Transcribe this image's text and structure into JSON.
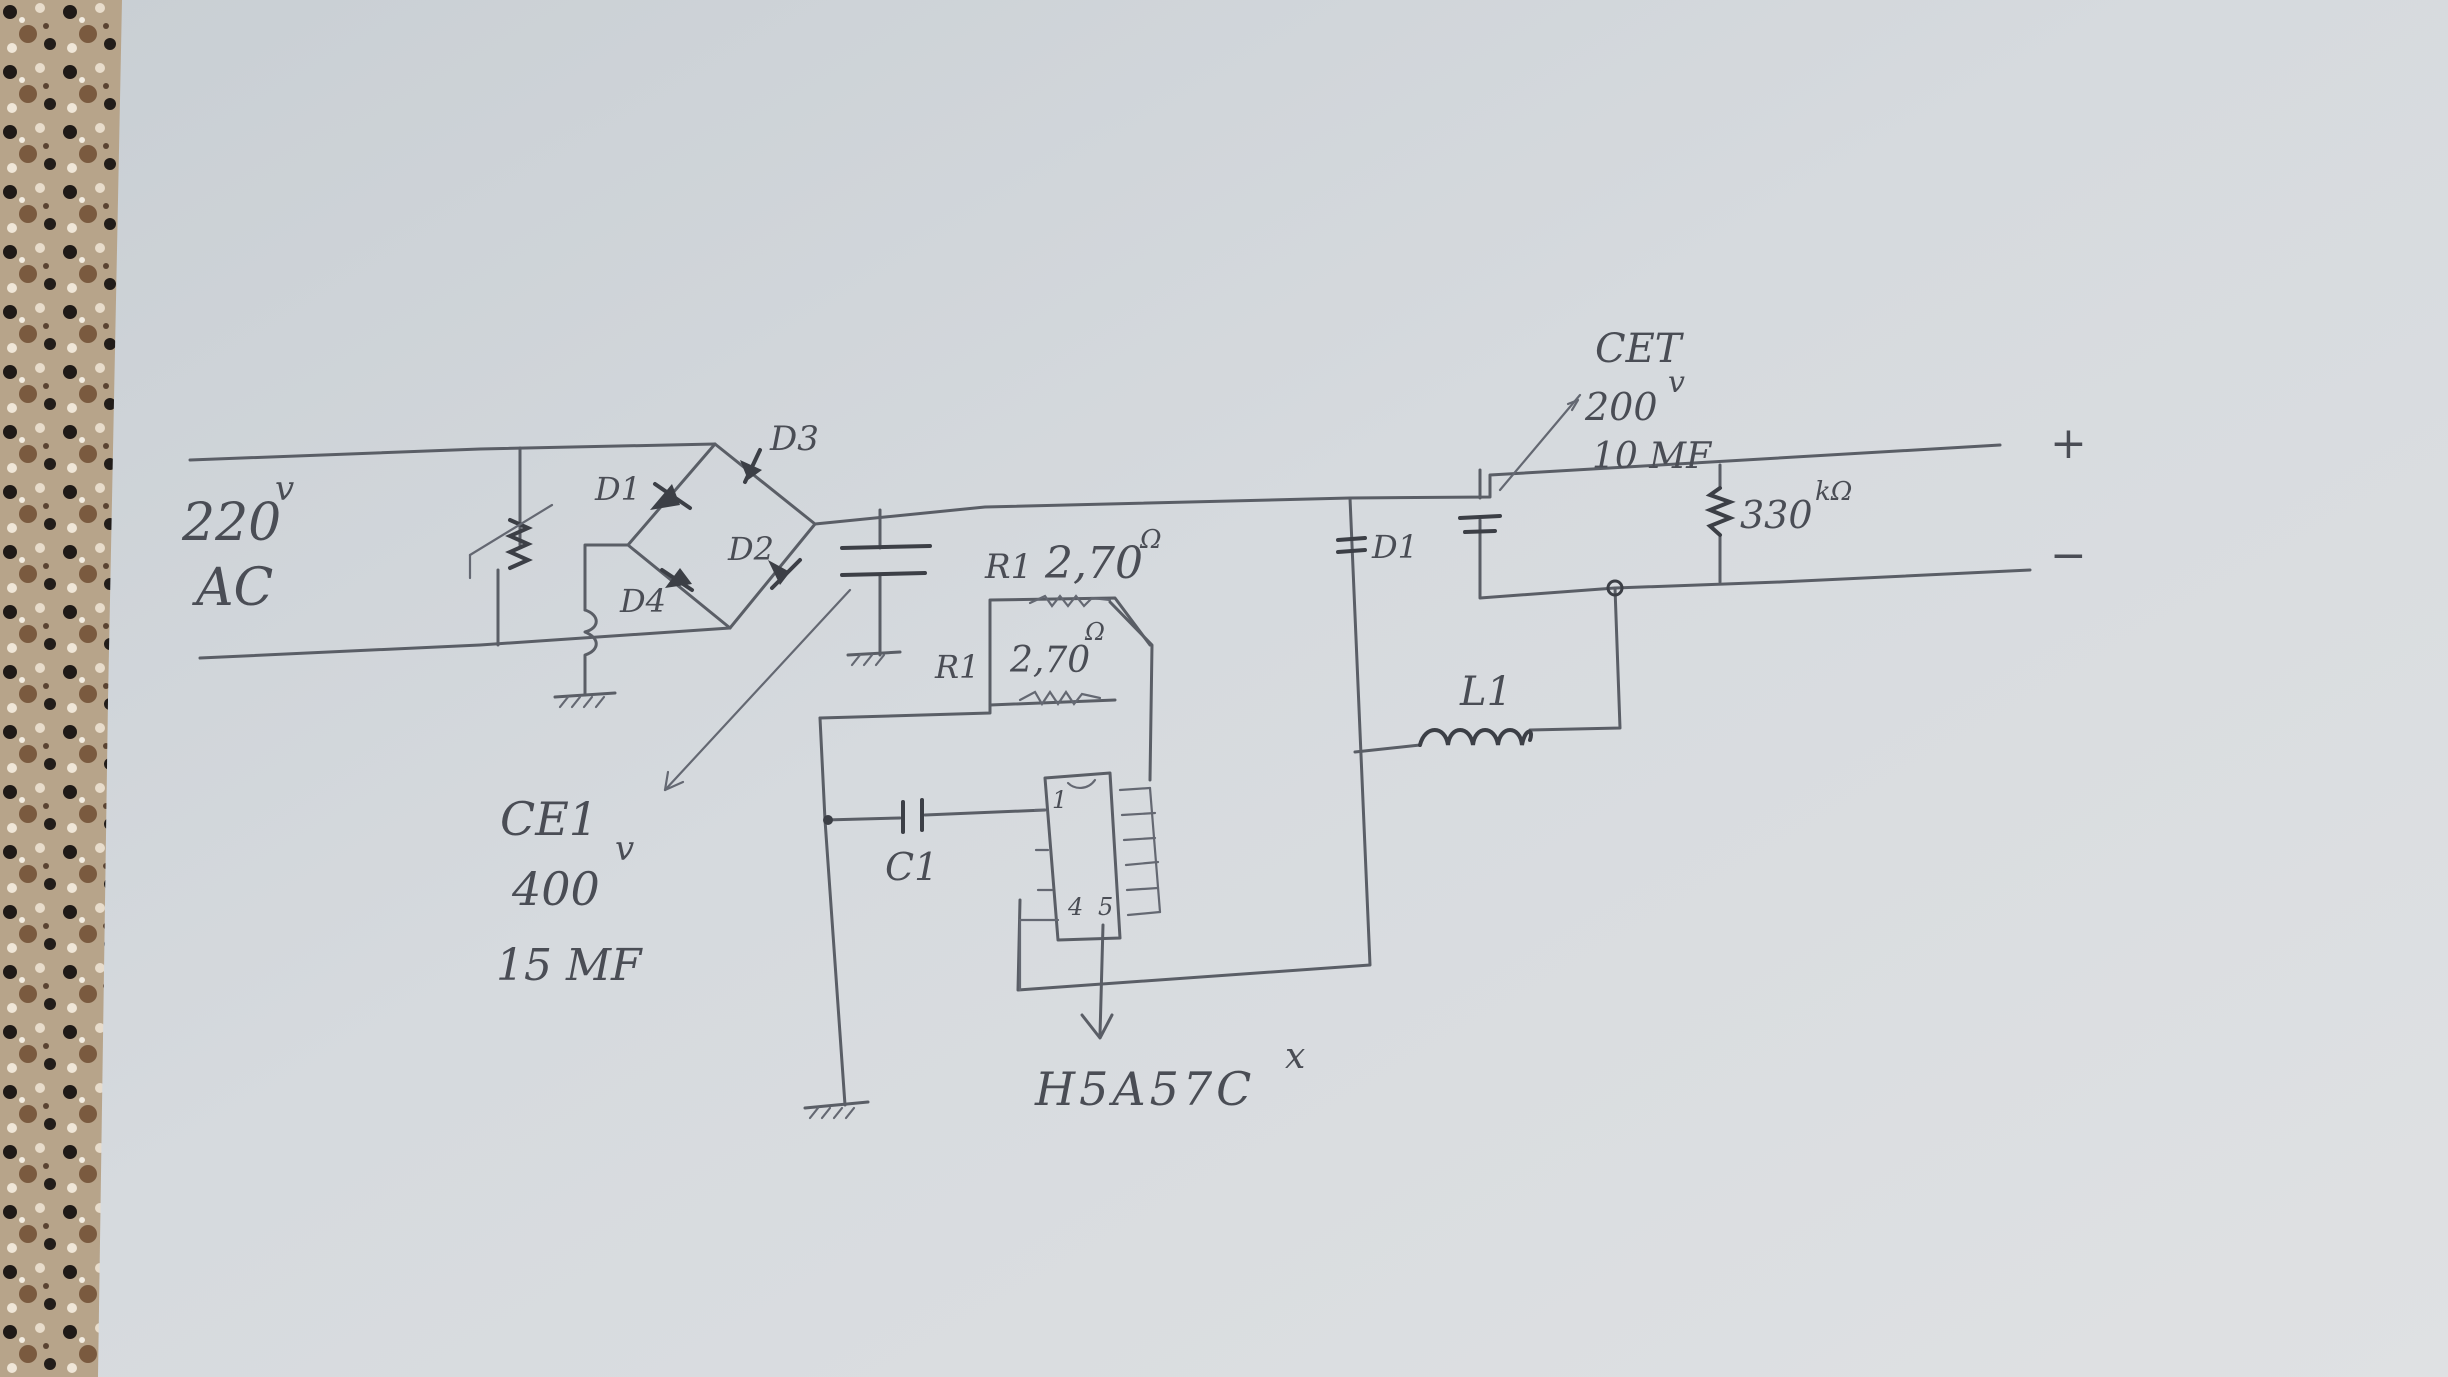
{
  "source_labels": {
    "voltage": "220",
    "voltage_unit": "v",
    "type": "AC"
  },
  "bridge": {
    "d1": "D1",
    "d2": "D2",
    "d3": "D3",
    "d4": "D4"
  },
  "ce1": {
    "name": "CE1",
    "voltage": "400",
    "voltage_unit": "v",
    "capacitance": "15 MF"
  },
  "resistors": {
    "r1_label": "R1",
    "r1_value": "2,70",
    "r1_unit": "Ω",
    "r2_label": "R1",
    "r2_value": "2,70",
    "r2_unit": "Ω"
  },
  "c1": {
    "label": "C1"
  },
  "ic": {
    "pin1": "1",
    "pin4": "4",
    "pin5": "5",
    "part": "H5A57C",
    "suffix": "x"
  },
  "d1_output": {
    "label": "D1"
  },
  "inductor": {
    "label": "L1"
  },
  "cet": {
    "name": "CET",
    "voltage": "200",
    "voltage_unit": "v",
    "capacitance": "10 MF"
  },
  "load": {
    "value": "330",
    "unit": "kΩ"
  },
  "output": {
    "plus": "+",
    "minus": "−"
  }
}
